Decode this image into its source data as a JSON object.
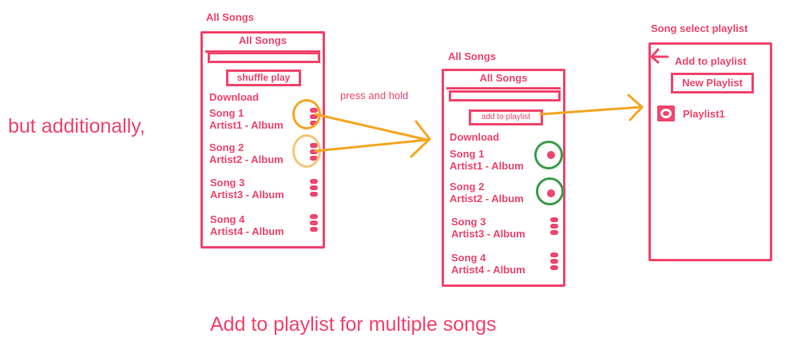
{
  "note": "but additionally,",
  "caption": "Add to playlist for multiple songs",
  "gesture": "press and hold",
  "screen1": {
    "label": "All Songs",
    "header": "All Songs",
    "shuffle": "shuffle play",
    "section": "Download",
    "songs": [
      {
        "title": "Song 1",
        "artist": "Artist1 - Album"
      },
      {
        "title": "Song 2",
        "artist": "Artist2 - Album"
      },
      {
        "title": "Song 3",
        "artist": "Artist3 - Album"
      },
      {
        "title": "Song 4",
        "artist": "Artist4 - Album"
      }
    ]
  },
  "screen2": {
    "label": "All Songs",
    "header": "All Songs",
    "add_button": "add to playlist",
    "section": "Download",
    "songs": [
      {
        "title": "Song 1",
        "artist": "Artist1 - Album",
        "selected": true
      },
      {
        "title": "Song 2",
        "artist": "Artist2 - Album",
        "selected": true
      },
      {
        "title": "Song 3",
        "artist": "Artist3 - Album",
        "selected": false
      },
      {
        "title": "Song 4",
        "artist": "Artist4 - Album",
        "selected": false
      }
    ]
  },
  "screen3": {
    "label": "Song select playlist",
    "title": "Add to playlist",
    "new_playlist": "New Playlist",
    "playlists": [
      "Playlist1"
    ]
  },
  "colors": {
    "pink": "#f0456e",
    "orange": "#f5a623",
    "light_orange": "#f7c57a",
    "green": "#3a9d4a"
  }
}
